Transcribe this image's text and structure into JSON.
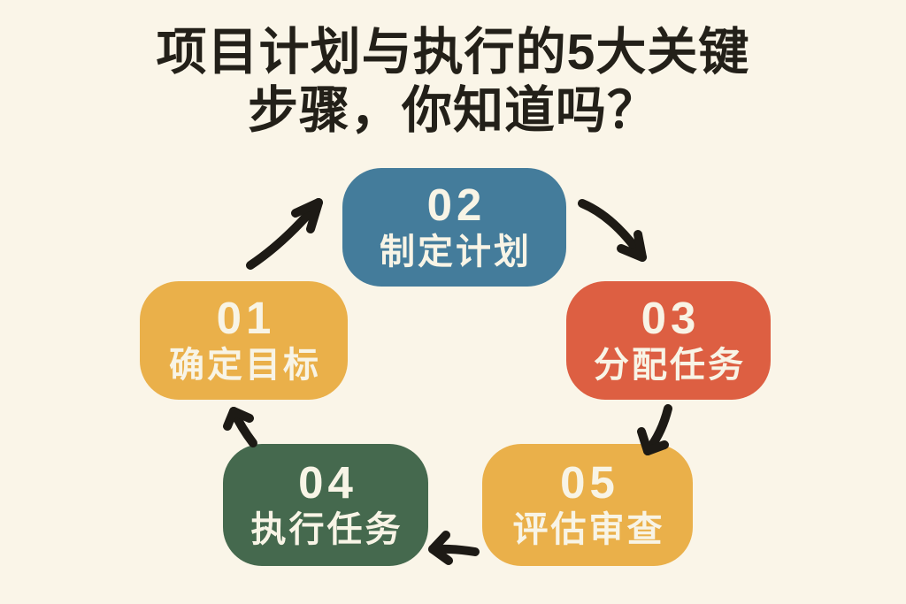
{
  "background_color": "#faf5e8",
  "text_color_on_boxes": "#f8f4e6",
  "title": {
    "line1": "项目计划与执行的5大关键",
    "line2": "步骤，你知道吗？",
    "color": "#232019"
  },
  "steps": [
    {
      "number": "01",
      "label": "确定目标",
      "color": "#eab04a"
    },
    {
      "number": "02",
      "label": "制定计划",
      "color": "#447c9b"
    },
    {
      "number": "03",
      "label": "分配任务",
      "color": "#dd5f42"
    },
    {
      "number": "04",
      "label": "执行任务",
      "color": "#45694e"
    },
    {
      "number": "05",
      "label": "评估审查",
      "color": "#eab04a"
    }
  ],
  "arrows": {
    "color": "#1d1a15",
    "connections": [
      "01 → 02",
      "02 → 03",
      "03 → 05",
      "05 → 04",
      "04 → 01"
    ]
  }
}
